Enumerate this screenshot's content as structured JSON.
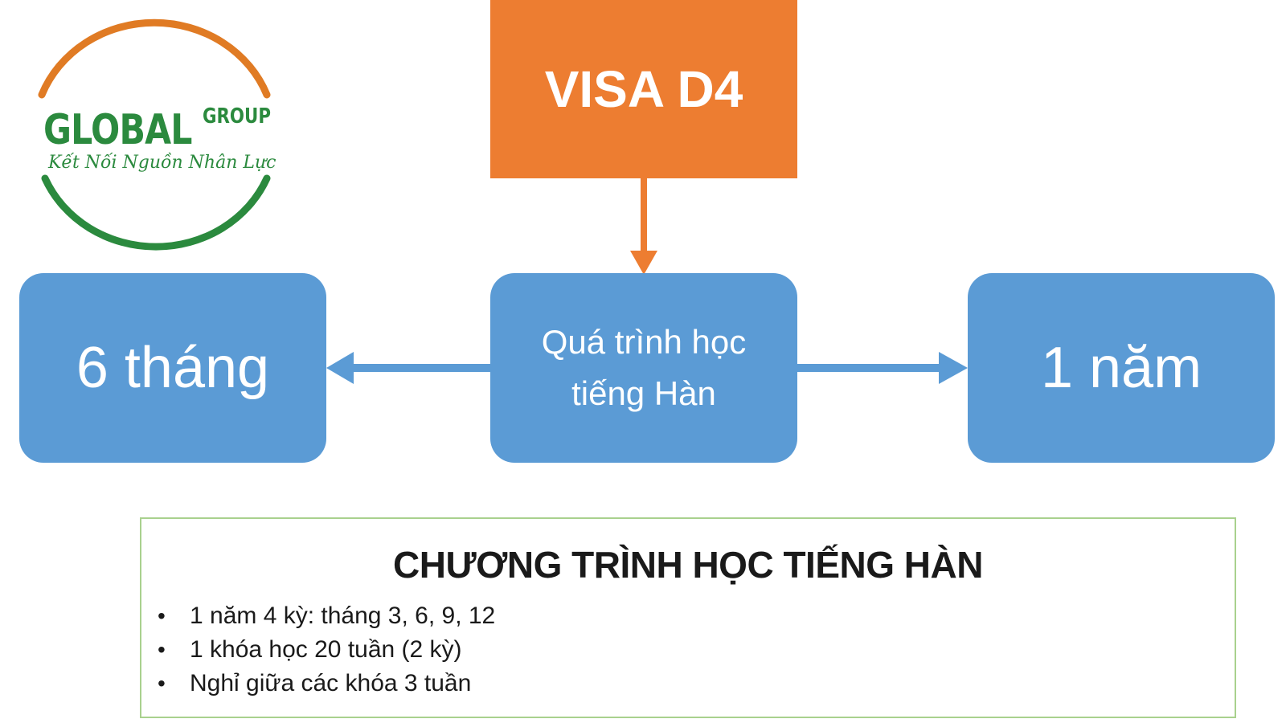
{
  "logo": {
    "main": "GLOBAL",
    "group": "GROUP",
    "tagline": "Kết Nối Nguồn Nhân Lực",
    "colors": {
      "orange": "#e07b24",
      "green": "#2b8a3e"
    }
  },
  "diagram": {
    "top": {
      "label": "VISA D4",
      "color": "#ed7d31"
    },
    "center": {
      "label": "Quá trình học tiếng Hàn",
      "color": "#5b9bd5"
    },
    "left": {
      "label": "6 tháng",
      "color": "#5b9bd5"
    },
    "right": {
      "label": "1 năm",
      "color": "#5b9bd5"
    },
    "arrow_color_orange": "#ed7d31",
    "arrow_color_blue": "#5b9bd5"
  },
  "program": {
    "title": "CHƯƠNG TRÌNH HỌC TIẾNG HÀN",
    "items": [
      "1 năm 4 kỳ: tháng 3, 6, 9, 12",
      "1 khóa học 20 tuần (2 kỳ)",
      "Nghỉ giữa các khóa 3 tuần"
    ],
    "border_color": "#a9d18e"
  }
}
